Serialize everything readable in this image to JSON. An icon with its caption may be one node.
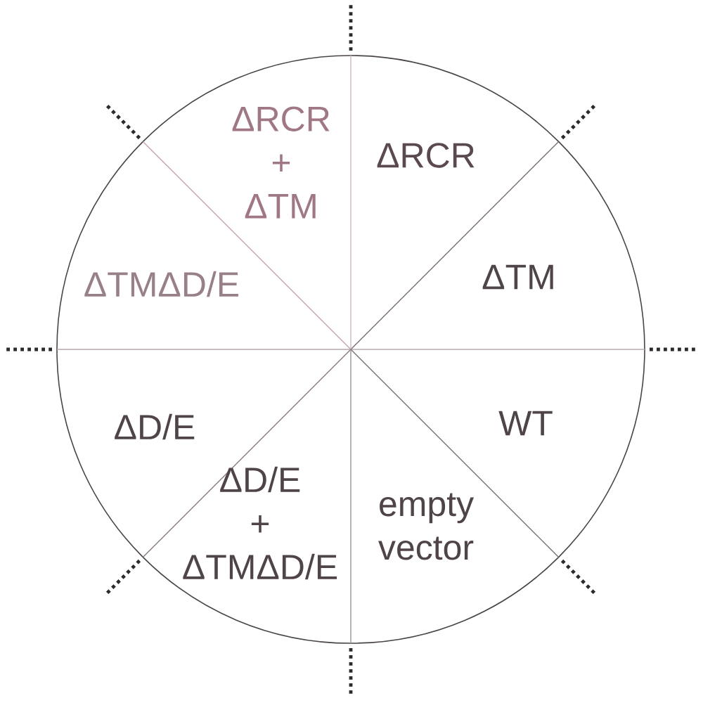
{
  "diagram": {
    "nodes": [
      {
        "text": [],
        "shape": "circle"
      },
      {
        "text": [
          "ΔRCR + ΔTM"
        ],
        "in": 0
      },
      {
        "text": [
          "ΔRCR"
        ],
        "in": 0
      },
      {
        "text": [
          "ΔTMΔD/E"
        ],
        "in": 0
      },
      {
        "text": [
          "ΔTM"
        ],
        "in": 0
      },
      {
        "text": [
          "ΔD/E"
        ],
        "in": 0
      },
      {
        "text": [
          "WT"
        ],
        "in": 0
      },
      {
        "text": [
          "ΔD/E + ΔTMΔD/E"
        ],
        "in": 0
      },
      {
        "text": [
          "empty vector"
        ],
        "in": 0
      }
    ]
  }
}
